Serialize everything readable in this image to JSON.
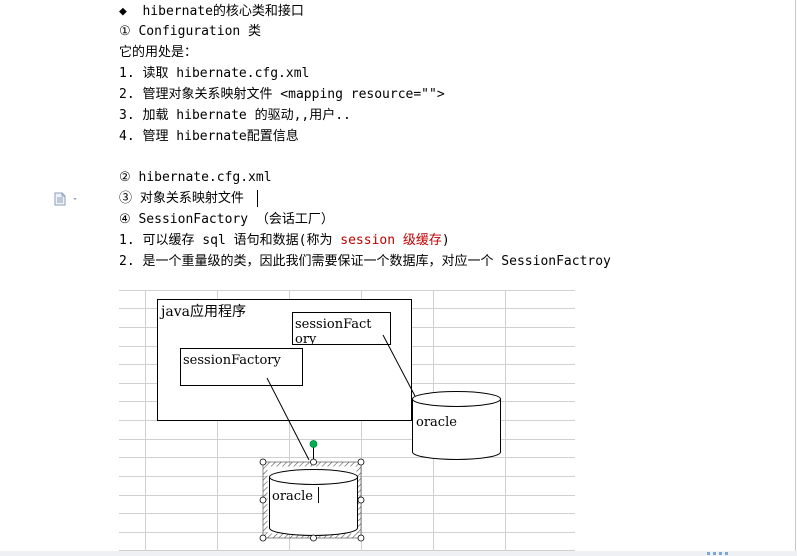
{
  "doc": {
    "lines": [
      {
        "id": "l1",
        "text": "◆  hibernate的核心类和接口"
      },
      {
        "id": "l2",
        "text": "① Configuration 类"
      },
      {
        "id": "l3",
        "text": "它的用处是："
      },
      {
        "id": "l4",
        "text": "1. 读取 hibernate.cfg.xml"
      },
      {
        "id": "l5",
        "text": "2. 管理对象关系映射文件 <mapping resource=\"\">"
      },
      {
        "id": "l6",
        "text": "3. 加载 hibernate 的驱动,,用户.."
      },
      {
        "id": "l7",
        "text": "4. 管理 hibernate配置信息"
      },
      {
        "id": "l8",
        "text": "② hibernate.cfg.xml"
      },
      {
        "id": "l9",
        "text": "③ 对象关系映射文件"
      },
      {
        "id": "l10",
        "text": "④ SessionFactory （会话工厂）"
      },
      {
        "id": "l11a",
        "text": "1. 可以缓存 sql 语句和数据(称为 "
      },
      {
        "id": "l11b",
        "text": "session 级缓存"
      },
      {
        "id": "l11c",
        "text": ")"
      },
      {
        "id": "l12",
        "text": "2. 是一个重量级的类，因此我们需要保证一个数据库，对应一个 SessionFactroy"
      }
    ]
  },
  "diagram": {
    "app_box_label": "java应用程序",
    "sf_top_label": "sessionFact\nory",
    "sf_inner_label": "sessionFactory",
    "db_right_label": "oracle",
    "db_selected_label": "oracle"
  },
  "colors": {
    "highlight": "#c00000",
    "grid": "#d0d0d0",
    "handle": "#00b050"
  },
  "icons": {
    "paragraph_options": "document-dropdown-icon"
  }
}
